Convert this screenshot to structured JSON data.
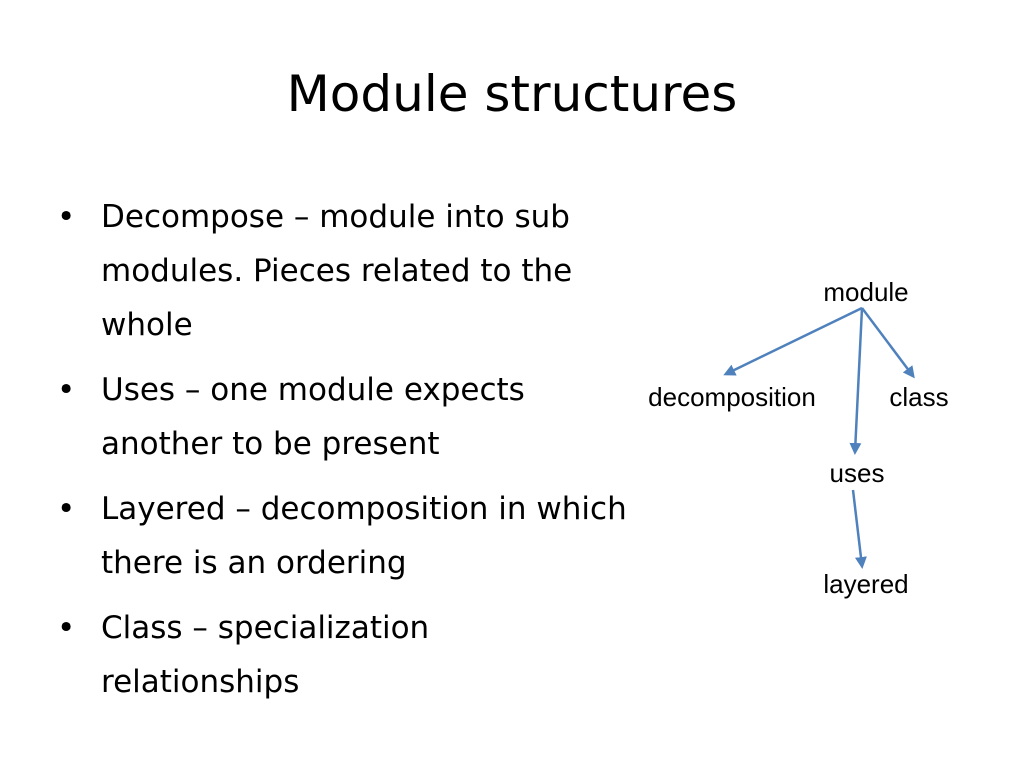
{
  "slide": {
    "title": "Module structures",
    "bullets": [
      {
        "text": "Decompose – module into sub modules. Pieces related to the whole"
      },
      {
        "text": "Uses – one module expects another to be present"
      },
      {
        "text": "Layered – decomposition in which there is an ordering"
      },
      {
        "text": "Class – specialization relationships"
      }
    ],
    "bullet_glyph": "•"
  },
  "diagram": {
    "edge_color": "#4F81BD",
    "nodes": {
      "module": "module",
      "decomposition": "decomposition",
      "class": "class",
      "uses": "uses",
      "layered": "layered"
    }
  }
}
